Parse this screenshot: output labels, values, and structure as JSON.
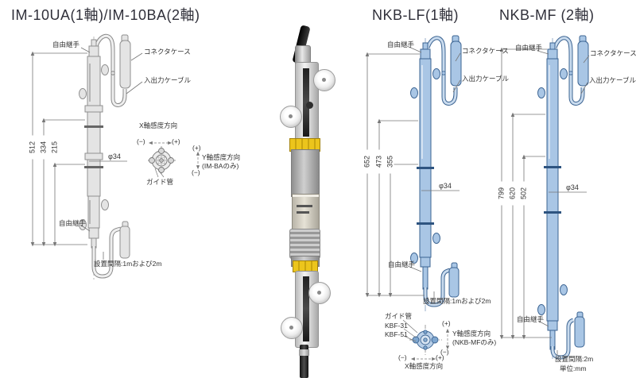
{
  "titles": {
    "im": "IM-10UA(1軸)/IM-10BA(2軸)",
    "nkb_lf": "NKB-LF(1軸)",
    "nkb_mf": "NKB-MF (2軸)"
  },
  "unit_note": "単位:mm",
  "colors": {
    "gray_outline": "#8f8f8f",
    "gray_fill": "#e4e4e4",
    "blue_outline": "#3c6492",
    "blue_fill": "#a9c6e5",
    "yellow_band": "#ecc51c"
  },
  "im": {
    "free_joint_top": "自由継手",
    "connector_case": "コネクタケース",
    "io_cable": "入出力ケーブル",
    "x_axis_label": "X軸感度方向",
    "minus": "(−)",
    "plus": "(+)",
    "y_plus": "(+)",
    "y_minus": "(−)",
    "y_axis_label": "Y軸感度方向",
    "y_axis_note": "(IM-BAのみ)",
    "guide_pipe": "ガイド管",
    "free_joint_bottom": "自由継手",
    "install_note": "設置間隔:1mおよび2m",
    "dims": {
      "overall": "512",
      "middle": "334",
      "inner": "215",
      "diameter": "φ34"
    }
  },
  "nkb_lf": {
    "free_joint_top": "自由継手",
    "connector_case": "コネクタケース",
    "io_cable": "入出力ケーブル",
    "free_joint_bottom": "自由継手",
    "install_note": "設置間隔:1mおよび2m",
    "guide_pipe": "ガイド管",
    "guide_models": [
      "KBF-31",
      "KBF-51"
    ],
    "y_plus": "(+)",
    "y_minus": "(−)",
    "y_axis_label": "Y軸感度方向",
    "y_axis_note": "(NKB-MFのみ)",
    "x_minus": "(−)",
    "x_plus": "(+)",
    "x_axis_label": "X軸感度方向",
    "dims": {
      "overall": "652",
      "middle": "473",
      "inner": "355",
      "diameter": "φ34"
    }
  },
  "nkb_mf": {
    "free_joint_top": "自由継手",
    "connector_case": "コネクタケース",
    "io_cable": "入出力ケーブル",
    "free_joint_bottom": "自由継手",
    "install_note": "設置間隔:2m",
    "dims": {
      "overall": "799",
      "middle": "620",
      "inner": "502",
      "diameter": "φ34"
    }
  }
}
